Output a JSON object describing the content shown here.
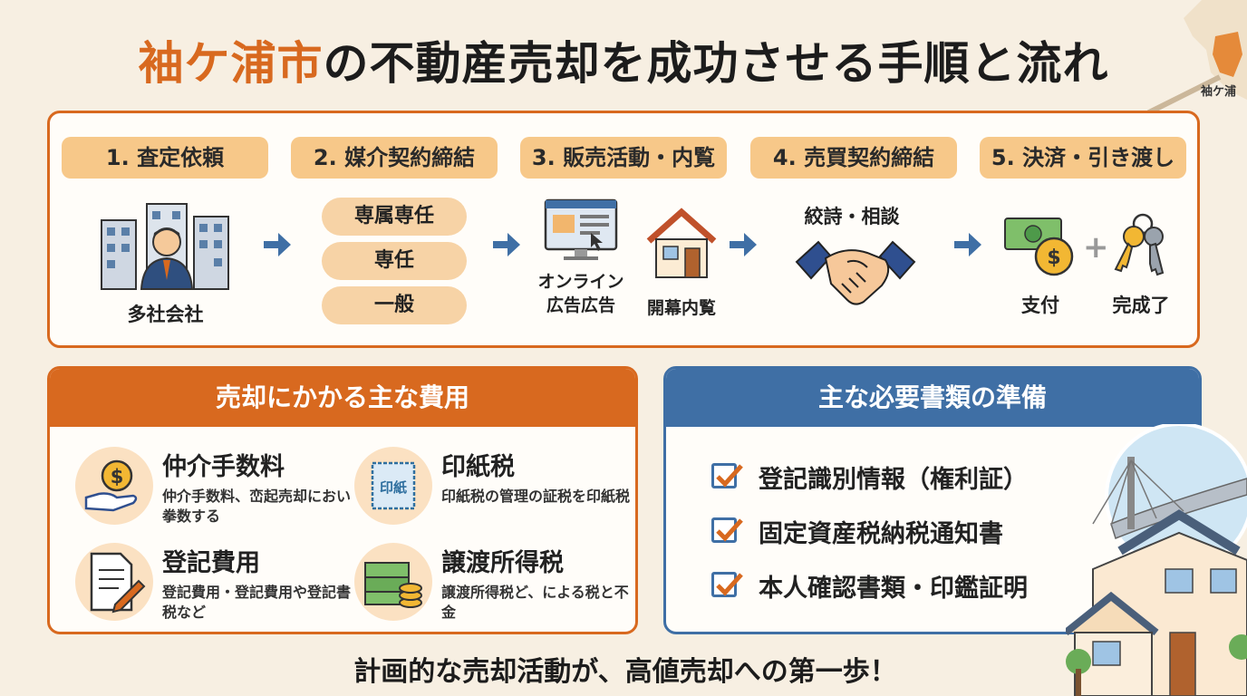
{
  "header": {
    "title_accent": "袖ケ浦市",
    "title_rest": "の不動産売却を成功させる手順と流れ",
    "map_label": "袖ケ浦"
  },
  "steps": [
    {
      "label": "1. 査定依頼",
      "captions": [
        "多社会社"
      ]
    },
    {
      "label": "2. 媒介契約締結",
      "options": [
        "専属専任",
        "専任",
        "一般"
      ]
    },
    {
      "label": "3. 販売活動・内覧",
      "captions": [
        "オンライン\n広告広告",
        "開幕内覧"
      ]
    },
    {
      "label": "4. 売買契約締結",
      "captions": [
        "絞詩・相談"
      ]
    },
    {
      "label": "5. 決済・引き渡し",
      "captions": [
        "支付",
        "完成了"
      ],
      "plus": "+"
    }
  ],
  "costs": {
    "title": "売却にかかる主な費用",
    "items": [
      {
        "name": "仲介手数料",
        "desc": "仲介手数料、峦起売却におい拳数する",
        "icon": "coin-hand-icon"
      },
      {
        "name": "印紙税",
        "desc": "印紙税の管理の証税を印紙税",
        "icon": "stamp-icon",
        "stamp_text": "印紙"
      },
      {
        "name": "登記費用",
        "desc": "登記費用・登記費用や登記書税など",
        "icon": "document-pen-icon"
      },
      {
        "name": "譲渡所得税",
        "desc": "譲渡所得税ど、による税と不金",
        "icon": "money-stack-icon"
      }
    ]
  },
  "docs": {
    "title": "主な必要書類の準備",
    "items": [
      "登記識別情報（権利証）",
      "固定資産税納税通知書",
      "本人確認書類・印鑑証明"
    ]
  },
  "footer": "計画的な売却活動が、高値売却への第一歩！",
  "colors": {
    "orange": "#d8691f",
    "blue": "#3f6fa5",
    "peach": "#f7c889",
    "background": "#f7efe2"
  }
}
